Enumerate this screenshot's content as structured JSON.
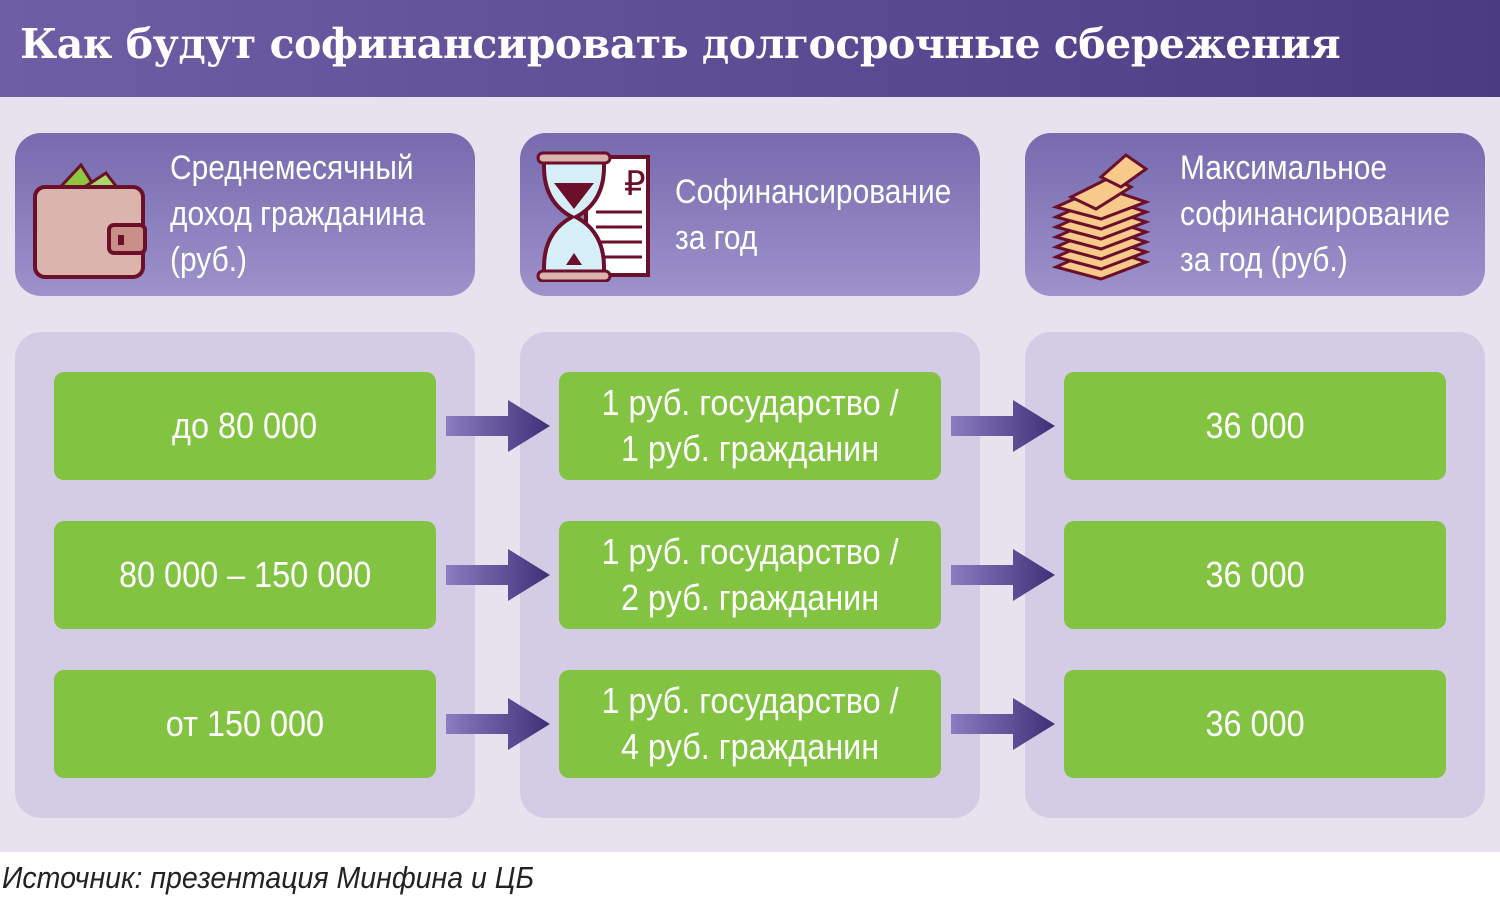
{
  "title": "Как будут софинансировать долгосрочные сбережения",
  "headers": [
    {
      "icon": "wallet-icon",
      "lines": [
        "Среднемесячный",
        "доход гражданина",
        "(руб.)"
      ]
    },
    {
      "icon": "hourglass-document-icon",
      "lines": [
        "Софинансирование",
        "за год"
      ]
    },
    {
      "icon": "money-stack-icon",
      "lines": [
        "Максимальное",
        "софинансирование",
        "за год (руб.)"
      ]
    }
  ],
  "rows": [
    {
      "income": "до 80 000",
      "ratio": [
        "1 руб. государство /",
        "1 руб. гражданин"
      ],
      "max": "36 000"
    },
    {
      "income": "80 000 – 150 000",
      "ratio": [
        "1 руб. государство /",
        "2 руб. гражданин"
      ],
      "max": "36 000"
    },
    {
      "income": "от 150 000",
      "ratio": [
        "1 руб. государство /",
        "4 руб. гражданин"
      ],
      "max": "36 000"
    }
  ],
  "source": "Источник: презентация Минфина и ЦБ",
  "colors": {
    "title_bar": "#5a4a90",
    "green": "#82c341",
    "panel": "#d4cce4",
    "arrow": "#4f3f86"
  }
}
